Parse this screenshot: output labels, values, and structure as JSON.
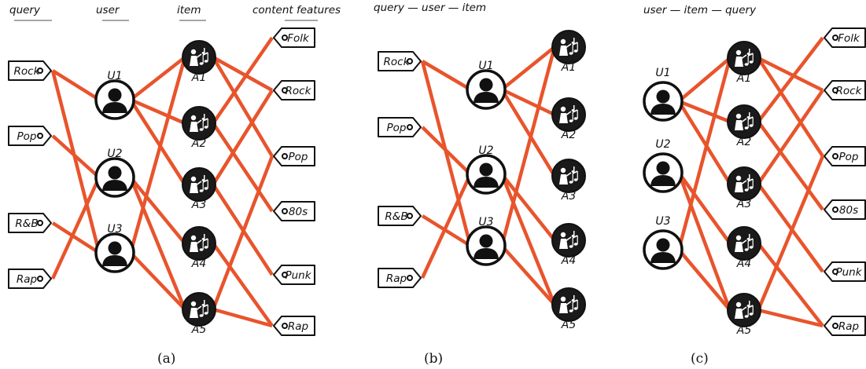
{
  "labels": {
    "query": "query",
    "user": "user",
    "item": "item",
    "content_features": "content features"
  },
  "queries": [
    "Rock",
    "Pop",
    "R&B",
    "Rap"
  ],
  "users": [
    "U1",
    "U2",
    "U3"
  ],
  "items": [
    "A1",
    "A2",
    "A3",
    "A4",
    "A5"
  ],
  "features": [
    "Folk",
    "Rock",
    "Pop",
    "80s",
    "Punk",
    "Rap"
  ],
  "panels": [
    {
      "id": "a",
      "caption": "(a)",
      "header_mode": "columns",
      "edges": [
        [
          "q:Rock",
          "u:U1"
        ],
        [
          "q:Rock",
          "u:U3"
        ],
        [
          "q:Pop",
          "u:U2"
        ],
        [
          "q:R&B",
          "u:U3"
        ],
        [
          "q:Rap",
          "u:U2"
        ],
        [
          "u:U1",
          "i:A1"
        ],
        [
          "u:U1",
          "i:A2"
        ],
        [
          "u:U1",
          "i:A3"
        ],
        [
          "u:U2",
          "i:A4"
        ],
        [
          "u:U2",
          "i:A5"
        ],
        [
          "u:U3",
          "i:A1"
        ],
        [
          "u:U3",
          "i:A5"
        ],
        [
          "i:A1",
          "f:Pop"
        ],
        [
          "i:A1",
          "f:Rock"
        ],
        [
          "i:A2",
          "f:Folk"
        ],
        [
          "i:A2",
          "f:80s"
        ],
        [
          "i:A3",
          "f:Rock"
        ],
        [
          "i:A3",
          "f:Punk"
        ],
        [
          "i:A4",
          "f:Rap"
        ],
        [
          "i:A5",
          "f:Pop"
        ],
        [
          "i:A5",
          "f:Rap"
        ]
      ]
    },
    {
      "id": "b",
      "caption": "(b)",
      "header_mode": "path",
      "path_header": "query — user — item",
      "edges": [
        [
          "q:Rock",
          "u:U1"
        ],
        [
          "q:Rock",
          "u:U3"
        ],
        [
          "q:Pop",
          "u:U2"
        ],
        [
          "q:R&B",
          "u:U3"
        ],
        [
          "q:Rap",
          "u:U2"
        ],
        [
          "u:U1",
          "i:A1"
        ],
        [
          "u:U1",
          "i:A2"
        ],
        [
          "u:U1",
          "i:A3"
        ],
        [
          "u:U2",
          "i:A4"
        ],
        [
          "u:U2",
          "i:A5"
        ],
        [
          "u:U3",
          "i:A1"
        ],
        [
          "u:U3",
          "i:A5"
        ]
      ]
    },
    {
      "id": "c",
      "caption": "(c)",
      "header_mode": "path",
      "path_header": "user — item — query",
      "edges": [
        [
          "u:U1",
          "i:A1"
        ],
        [
          "u:U1",
          "i:A2"
        ],
        [
          "u:U1",
          "i:A3"
        ],
        [
          "u:U2",
          "i:A4"
        ],
        [
          "u:U2",
          "i:A5"
        ],
        [
          "u:U3",
          "i:A1"
        ],
        [
          "u:U3",
          "i:A5"
        ],
        [
          "i:A1",
          "f:Pop"
        ],
        [
          "i:A1",
          "f:Rock"
        ],
        [
          "i:A2",
          "f:Folk"
        ],
        [
          "i:A2",
          "f:80s"
        ],
        [
          "i:A3",
          "f:Rock"
        ],
        [
          "i:A3",
          "f:Punk"
        ],
        [
          "i:A4",
          "f:Rap"
        ],
        [
          "i:A5",
          "f:Pop"
        ],
        [
          "i:A5",
          "f:Rap"
        ]
      ]
    }
  ]
}
